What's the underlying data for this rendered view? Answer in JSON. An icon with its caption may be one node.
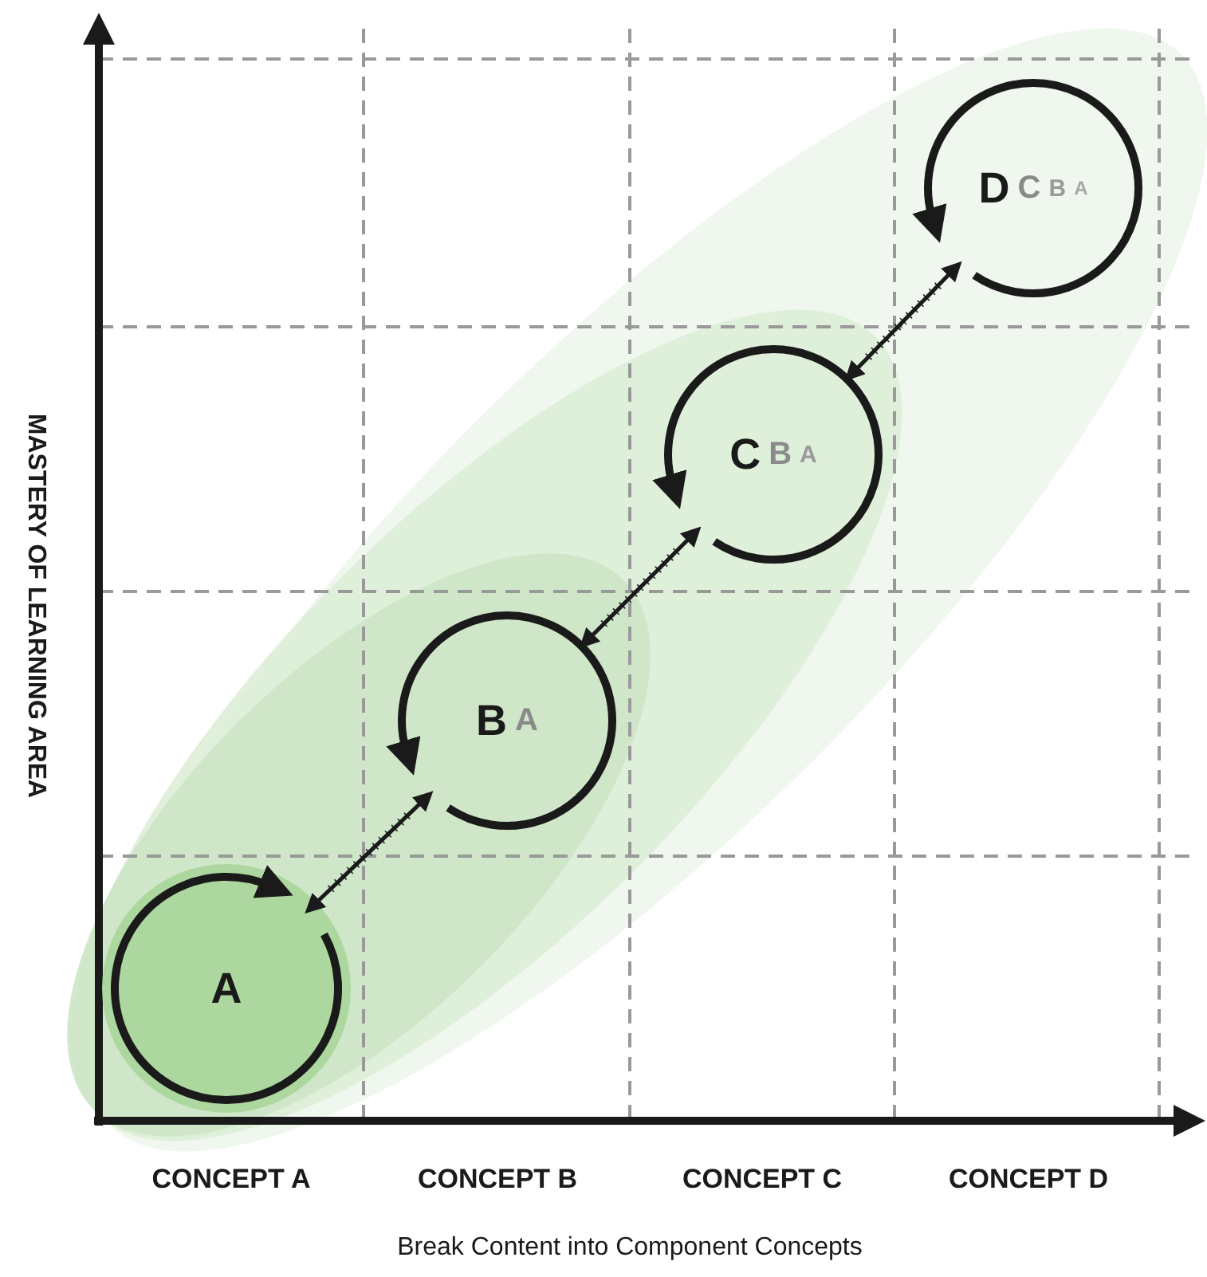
{
  "diagram": {
    "nodes": [
      {
        "text": [
          "A"
        ]
      },
      {
        "text": [
          "B",
          "A"
        ]
      },
      {
        "text": [
          "C",
          "B",
          "A"
        ]
      },
      {
        "text": [
          "D",
          "C",
          "B",
          "A"
        ]
      }
    ],
    "edges": [
      {
        "from": 0,
        "to": 1,
        "arrow": "both"
      },
      {
        "from": 1,
        "to": 2,
        "arrow": "both"
      },
      {
        "from": 2,
        "to": 3,
        "arrow": "both"
      }
    ],
    "labels": [
      "MASTERY OF LEARNING AREA",
      "CONCEPT A",
      "CONCEPT B",
      "CONCEPT C",
      "CONCEPT D",
      "Break Content into Component Concepts"
    ]
  }
}
